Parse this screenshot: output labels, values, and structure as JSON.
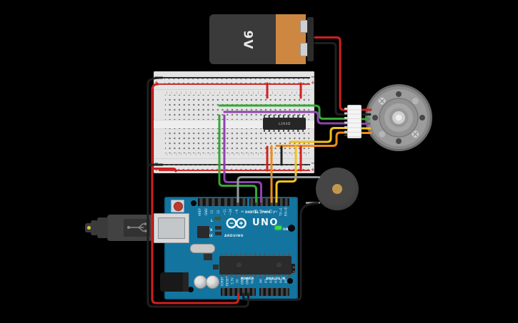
{
  "scene": {
    "background": "#000000",
    "app": "circuit-canvas"
  },
  "battery": {
    "label": "9V"
  },
  "breadboard": {
    "plus": "+",
    "minus": "−"
  },
  "chip": {
    "label": "L293D"
  },
  "arduino": {
    "model": "UNO",
    "brand": "ARDUINO",
    "digital_label": "DIGITAL (PWM~)",
    "power_label": "POWER",
    "analog_label": "ANALOG IN",
    "on_label": "ON",
    "led_l": "L",
    "led_tx": "TX",
    "led_rx": "RX",
    "digital_pins_left": [
      "AREF",
      "GND",
      "13",
      "12",
      "~11",
      "~10",
      "~9",
      "8"
    ],
    "digital_pins_right": [
      "7",
      "~6",
      "~5",
      "4",
      "~3",
      "2",
      "TX→1",
      "RX←0"
    ],
    "power_pins": [
      "IOREF",
      "RESET",
      "3.3V",
      "5V",
      "GND",
      "GND",
      "Vin"
    ],
    "analog_pins": [
      "A0",
      "A1",
      "A2",
      "A3",
      "A4",
      "A5"
    ]
  },
  "wire_colors": {
    "red": "#cf2020",
    "black": "#1f1f1f",
    "green": "#35a835",
    "purple": "#8e44ad",
    "yellow": "#efc31f",
    "orange": "#ef8b16",
    "gray": "#949b9e",
    "lead": "#a9a9a9"
  }
}
